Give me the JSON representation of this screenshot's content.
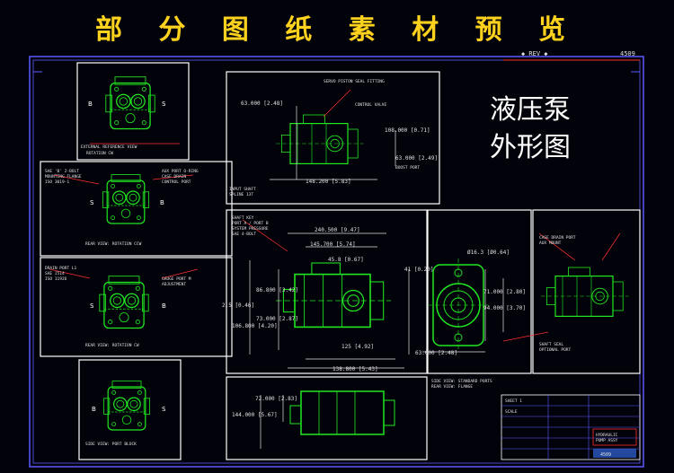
{
  "header": {
    "title": "部 分 图 纸 素 材 预 览"
  },
  "caption": {
    "line1": "液压泵",
    "line2": "外形图"
  },
  "drawing": {
    "view_labels": [
      "B",
      "S",
      "S",
      "B",
      "B",
      "S",
      "B",
      "S"
    ],
    "dimensions": {
      "d1": "63.000 [2.48]",
      "d2": "108.000 [0.71]",
      "d3": "63.000 [2.49]",
      "d4": "148.200 [5.83]",
      "d5": "240.500 [9.47]",
      "d6": "145.700 [5.74]",
      "d7": "45.8 [0.67]",
      "d8": "86.800 [3.42]",
      "d9": "2.5 [0.46]",
      "d10": "73.000 [2.87]",
      "d11": "106.800 [4.20]",
      "d12": "125 [4.92]",
      "d13": "138.800 [5.43]",
      "d14": "41 [0.20]",
      "d15": "71.000 [2.80]",
      "d16": "94.000 [3.70]",
      "d17": "63.000 [2.48]",
      "d18": "72.000 [2.83]",
      "d19": "144.000 [5.67]",
      "d20": "Ø16.3 [Ø0.64]"
    },
    "accent_colors": {
      "part_lines": "#21e821",
      "frame": "#5b5bff",
      "box": "#ffffff",
      "annotation": "#e0e0e0",
      "title_block_red": "#ff3030",
      "title_block_blue": "#3a78ff"
    }
  }
}
